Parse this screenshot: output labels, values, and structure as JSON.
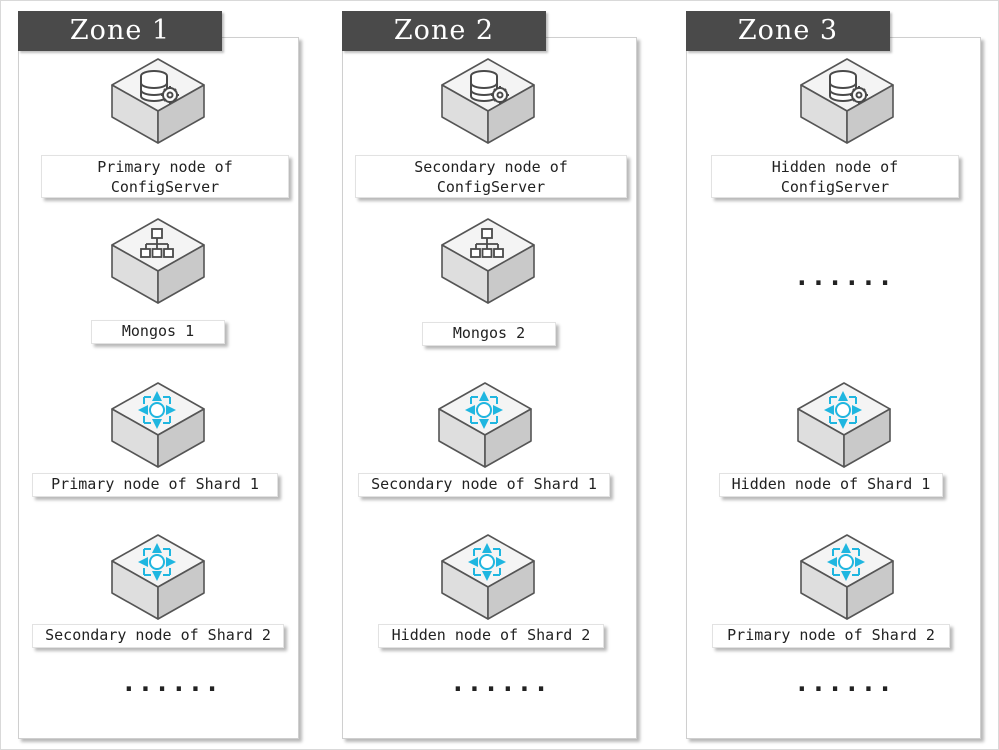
{
  "zones": [
    {
      "title": "Zone 1",
      "config_label": "Primary node of\nConfigServer",
      "mongos_label": "Mongos 1",
      "shard_a_label": "Primary node of Shard 1",
      "shard_b_label": "Secondary node of Shard 2",
      "ellipsis": "......"
    },
    {
      "title": "Zone 2",
      "config_label": "Secondary node of\nConfigServer",
      "mongos_label": "Mongos 2",
      "shard_a_label": "Secondary node of Shard 1",
      "shard_b_label": "Hidden node of Shard 2",
      "ellipsis": "......"
    },
    {
      "title": "Zone 3",
      "config_label": "Hidden node of\nConfigServer",
      "mongos_placeholder": "......",
      "shard_a_label": "Hidden node of Shard 1",
      "shard_b_label": "Primary node of Shard 2",
      "ellipsis": "......"
    }
  ],
  "icons": {
    "config": "database-gear-icon",
    "mongos": "org-chart-icon",
    "shard": "shard-arrows-icon"
  },
  "colors": {
    "title_bg": "#4a4a4a",
    "shard_icon": "#1fb6e0",
    "cube_face": "#f2f2f2"
  }
}
